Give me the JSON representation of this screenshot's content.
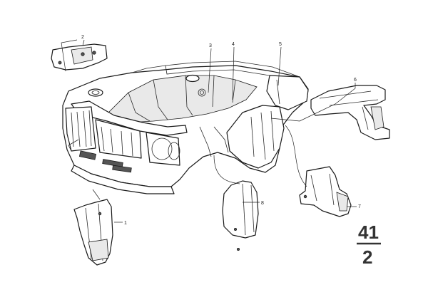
{
  "diagram": {
    "callouts": {
      "c1": "1",
      "c2": "2",
      "c3": "3",
      "c4": "4",
      "c5": "5",
      "c6": "6",
      "c7": "7",
      "c8": "8"
    },
    "group": {
      "top": "41",
      "bottom": "2"
    }
  }
}
